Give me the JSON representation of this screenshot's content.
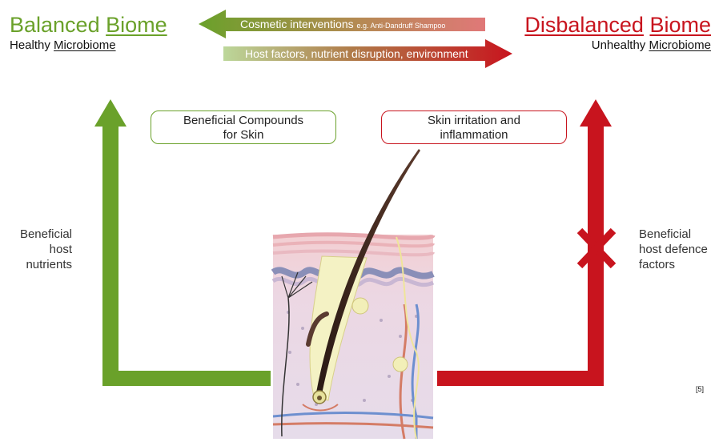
{
  "left": {
    "title_part1": "Balanced",
    "title_part2": "Biome",
    "subtitle_part1": "Healthy",
    "subtitle_part2": "Microbiome",
    "side_label": [
      "Beneficial",
      "host",
      "nutrients"
    ],
    "box_label": [
      "Beneficial Compounds",
      "for Skin"
    ]
  },
  "right": {
    "title_part1": "Disbalanced",
    "title_part2": "Biome",
    "subtitle_part1": "Unhealthy",
    "subtitle_part2": "Microbiome",
    "side_label": [
      "Beneficial",
      "host defence",
      "factors"
    ],
    "box_label": [
      "Skin irritation and",
      "inflammation"
    ]
  },
  "arrows": {
    "top_main": "Cosmetic interventions",
    "top_small": "e.g. Anti-Dandruff Shampoo",
    "bottom": "Host factors, nutrient disruption, environment"
  },
  "reference": "[5]",
  "colors": {
    "green": "#6aa12a",
    "red": "#c8141e",
    "bg": "#ffffff"
  },
  "icons": [
    "blocked-x-icon",
    "skin-cross-section-illustration"
  ]
}
